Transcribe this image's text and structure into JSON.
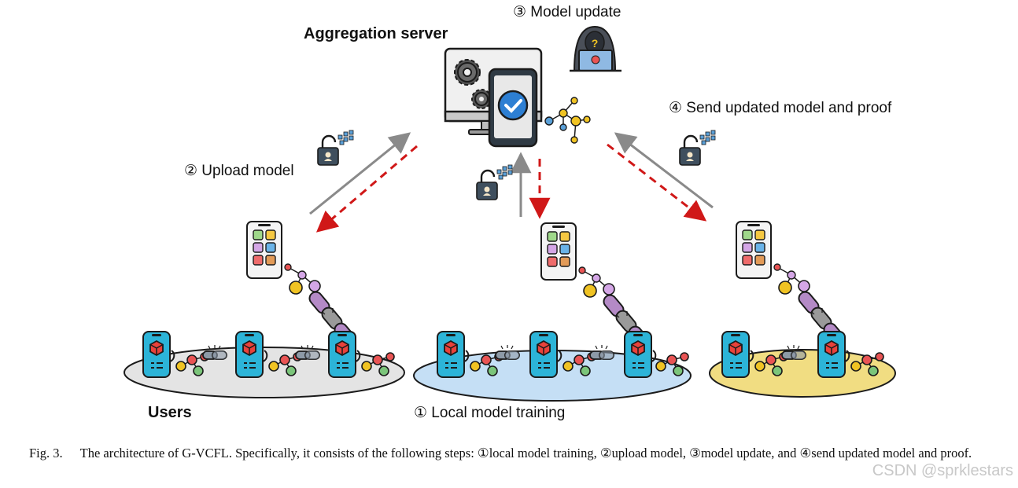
{
  "labels": {
    "aggregation_server": "Aggregation server",
    "model_update": "③ Model update",
    "upload_model": "② Upload model",
    "send_updated": "④ Send updated model and proof",
    "local_training": "① Local model training",
    "users": "Users"
  },
  "caption": {
    "fig": "Fig. 3.",
    "text": "The architecture of G-VCFL. Specifically, it consists of the following steps: ①local model training, ②upload model, ③model update, and ④send updated model and proof."
  },
  "watermark": "CSDN @sprklestars",
  "colors": {
    "ellipse_left": "#e4e4e4",
    "ellipse_mid": "#c5dff5",
    "ellipse_right": "#f1dd82",
    "phone": "#2cb4d8",
    "arrow_solid": "#8a8a8a",
    "arrow_dashed": "#d01818"
  }
}
